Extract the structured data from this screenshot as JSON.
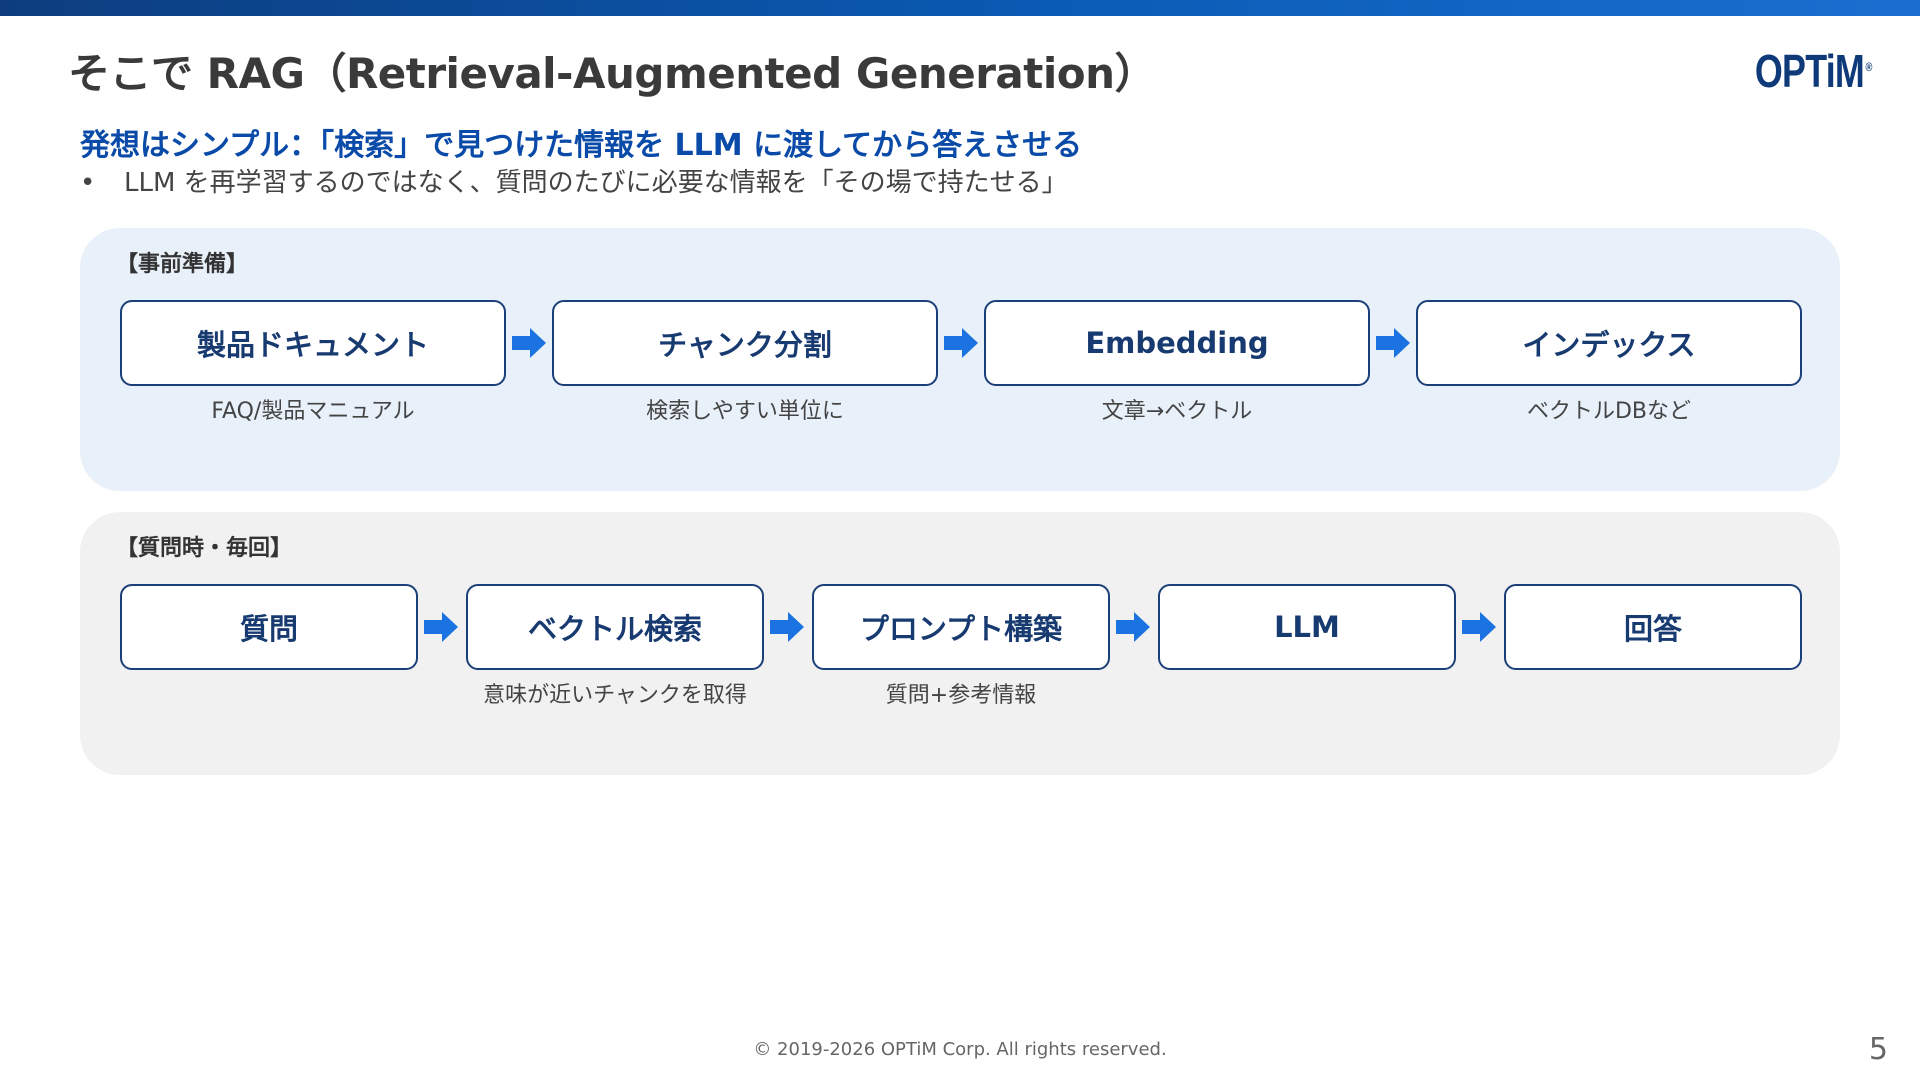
{
  "slide": {
    "title": "そこで RAG（Retrieval-Augmented Generation）",
    "logo": "OPTiM",
    "logo_mark": "®",
    "headline": "発想はシンプル：「検索」で見つけた情報を LLM に渡してから答えさせる",
    "bullet": "LLM を再学習するのではなく、質問のたびに必要な情報を「その場で持たせる」",
    "bullet_marker": "•"
  },
  "prep": {
    "label": "【事前準備】",
    "steps": [
      {
        "label": "製品ドキュメント",
        "sub": "FAQ/製品マニュアル"
      },
      {
        "label": "チャンク分割",
        "sub": "検索しやすい単位に"
      },
      {
        "label": "Embedding",
        "sub": "文章→ベクトル"
      },
      {
        "label": "インデックス",
        "sub": "ベクトルDBなど"
      }
    ]
  },
  "query": {
    "label": "【質問時・毎回】",
    "steps": [
      {
        "label": "質問"
      },
      {
        "label": "ベクトル検索",
        "sub": "意味が近いチャンクを取得"
      },
      {
        "label": "プロンプト構築",
        "sub": "質問+参考情報"
      },
      {
        "label": "LLM"
      },
      {
        "label": "回答"
      }
    ]
  },
  "footer": {
    "copyright": "© 2019-2026 OPTiM Corp. All rights reserved.",
    "page_number": "5"
  },
  "colors": {
    "accent": "#0a4aa8",
    "arrow": "#1a73e0",
    "step_border": "#1b3f78",
    "prep_panel": "#e8f0fa",
    "query_panel": "#f1f1f1"
  },
  "icons": {
    "flow_arrow": "right-arrow-icon"
  }
}
